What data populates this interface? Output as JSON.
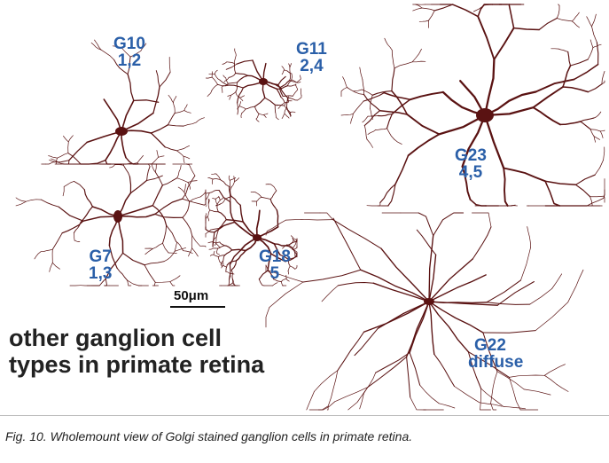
{
  "cells": [
    {
      "id": "G10",
      "name": "G10",
      "strata": "1,2"
    },
    {
      "id": "G11",
      "name": "G11",
      "strata": "2,4"
    },
    {
      "id": "G23",
      "name": "G23",
      "strata": "4,5"
    },
    {
      "id": "G7",
      "name": "G7",
      "strata": "1,3"
    },
    {
      "id": "G18",
      "name": "G18",
      "strata": "5"
    },
    {
      "id": "G22",
      "name": "G22",
      "strata": "diffuse"
    }
  ],
  "scale_bar": {
    "label": "50μm"
  },
  "title": {
    "line1": "other ganglion cell",
    "line2": "types in primate retina"
  },
  "caption": "Fig. 10. Wholemount view of Golgi stained ganglion cells in primate retina.",
  "colors": {
    "dendrite": "#5a1212",
    "label": "#2a5fa8",
    "text": "#222222"
  }
}
